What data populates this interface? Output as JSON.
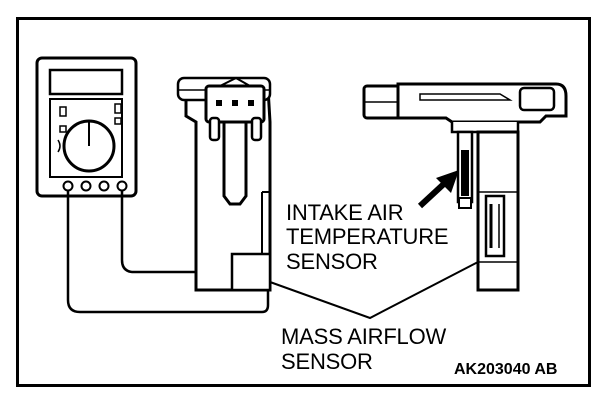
{
  "diagram": {
    "labels": {
      "intake_line1": "INTAKE AIR",
      "intake_line2": "TEMPERATURE",
      "intake_line3": "SENSOR",
      "maf_line1": "MASS AIRFLOW",
      "maf_line2": "SENSOR",
      "figure_code": "AK203040 AB"
    },
    "colors": {
      "ink": "#000000",
      "paper": "#ffffff",
      "shade": "#d9d9d9"
    }
  }
}
